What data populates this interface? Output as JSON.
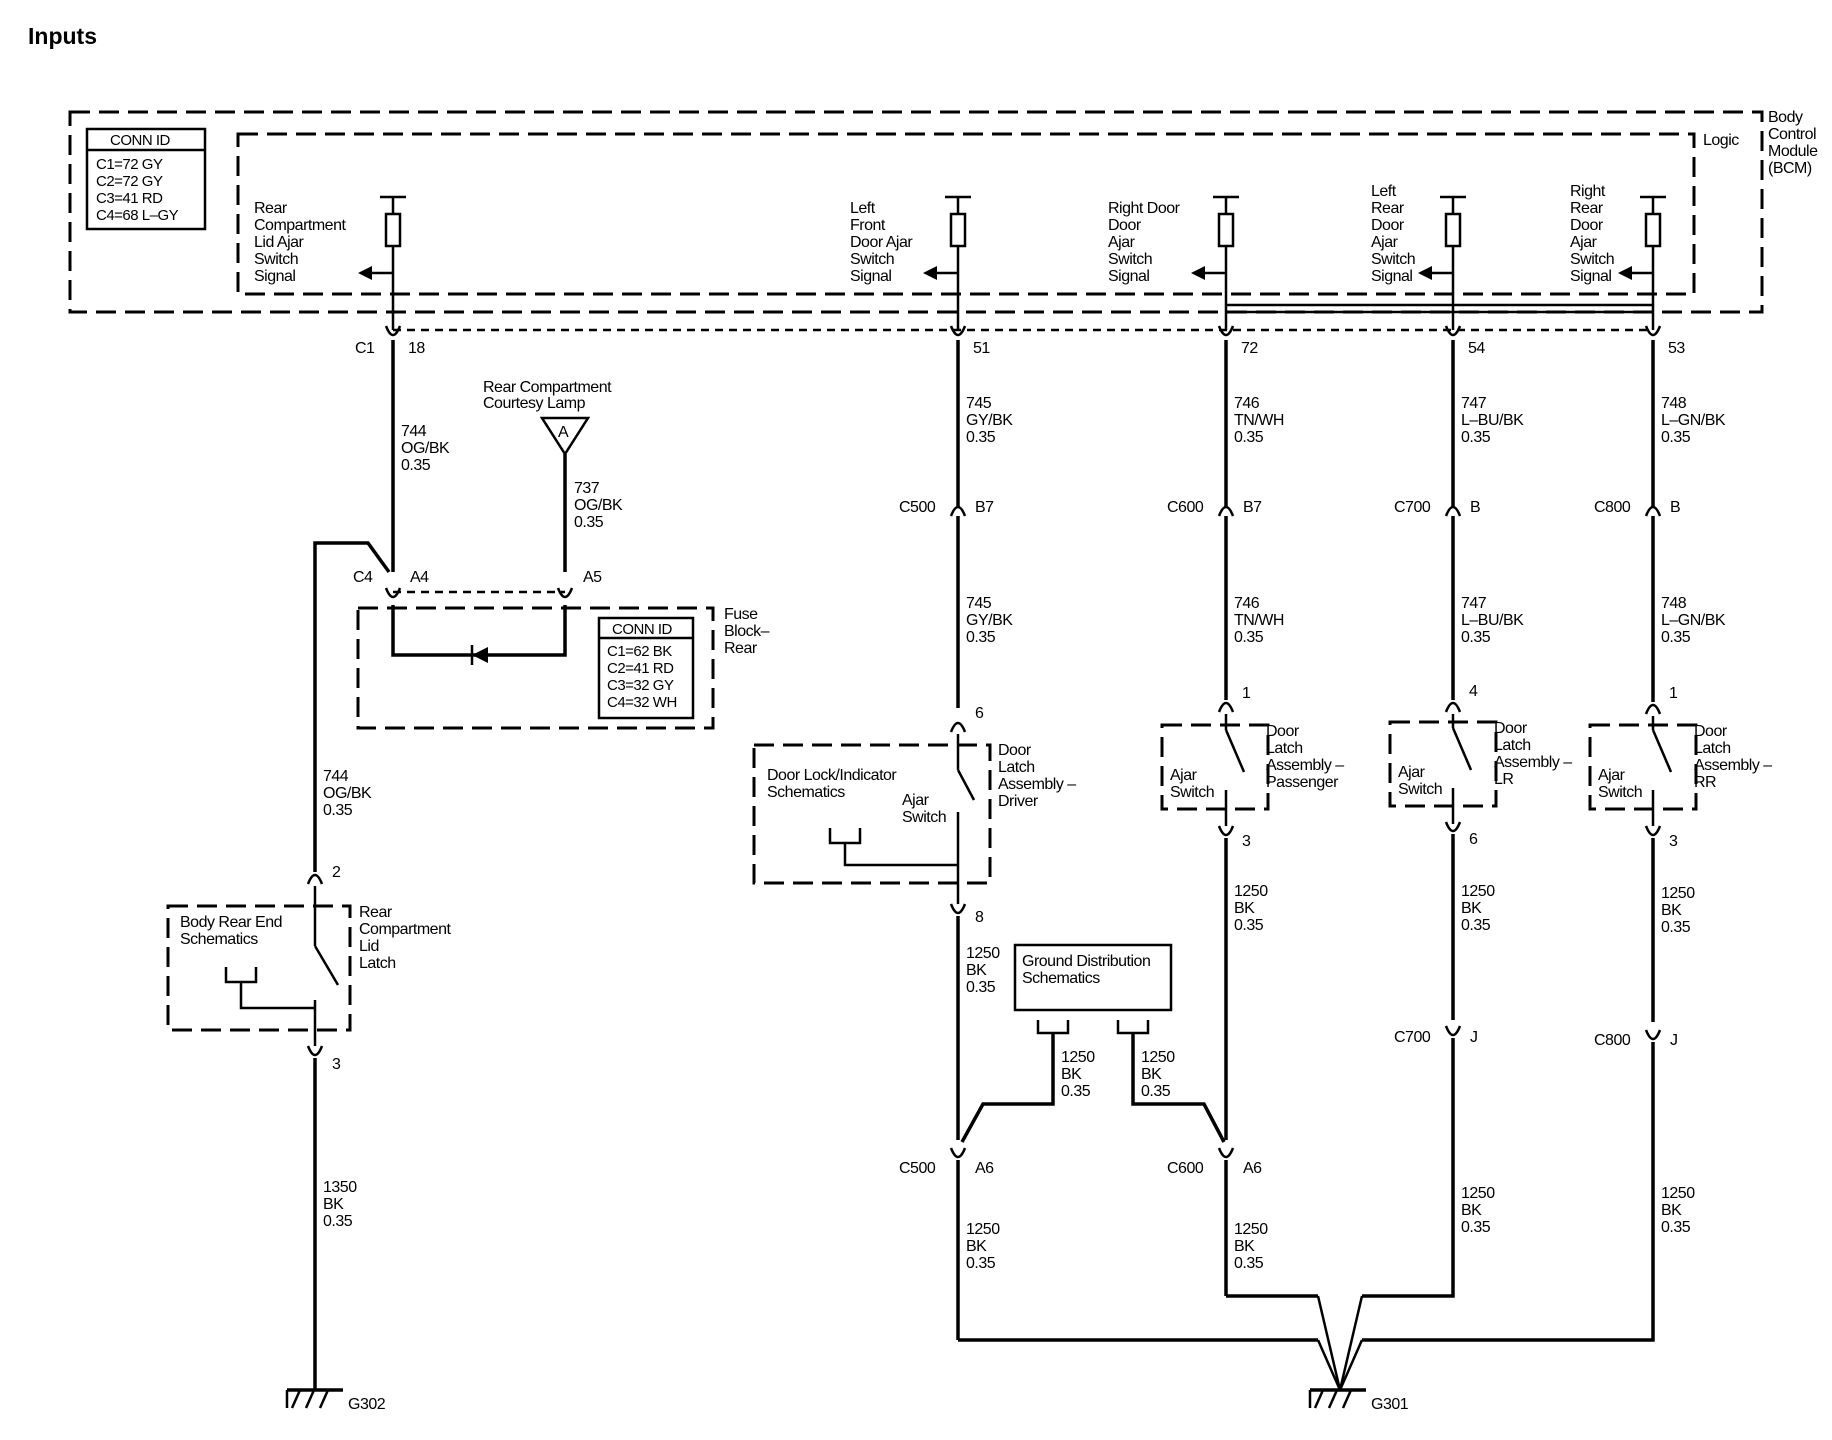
{
  "title": "Inputs",
  "bcm": {
    "module_label": [
      "Body",
      "Control",
      "Module",
      "(BCM)"
    ],
    "logic_label": "Logic",
    "conn_id": {
      "header": "CONN ID",
      "rows": [
        "C1=72 GY",
        "C2=72 GY",
        "C3=41 RD",
        "C4=68 L–GY"
      ]
    },
    "inputs": [
      {
        "lines": [
          "Rear",
          "Compartment",
          "Lid Ajar",
          "Switch",
          "Signal"
        ],
        "pin": "18",
        "connector": "C1"
      },
      {
        "lines": [
          "Left",
          "Front",
          "Door Ajar",
          "Switch",
          "Signal"
        ],
        "pin": "51"
      },
      {
        "lines": [
          "Right Door",
          "Door",
          "Ajar",
          "Switch",
          "Signal"
        ],
        "pin": "72"
      },
      {
        "lines": [
          "Left",
          "Rear",
          "Door",
          "Ajar",
          "Switch",
          "Signal"
        ],
        "pin": "54"
      },
      {
        "lines": [
          "Right",
          "Rear",
          "Door",
          "Ajar",
          "Switch",
          "Signal"
        ],
        "pin": "53"
      }
    ]
  },
  "wires": {
    "w744_top": [
      "744",
      "OG/BK",
      "0.35"
    ],
    "w737": [
      "737",
      "OG/BK",
      "0.35"
    ],
    "w744_low": [
      "744",
      "OG/BK",
      "0.35"
    ],
    "w1350": [
      "1350",
      "BK",
      "0.35"
    ],
    "w745_a": [
      "745",
      "GY/BK",
      "0.35"
    ],
    "w745_b": [
      "745",
      "GY/BK",
      "0.35"
    ],
    "w746_a": [
      "746",
      "TN/WH",
      "0.35"
    ],
    "w746_b": [
      "746",
      "TN/WH",
      "0.35"
    ],
    "w747_a": [
      "747",
      "L–BU/BK",
      "0.35"
    ],
    "w747_b": [
      "747",
      "L–BU/BK",
      "0.35"
    ],
    "w748_a": [
      "748",
      "L–GN/BK",
      "0.35"
    ],
    "w748_b": [
      "748",
      "L–GN/BK",
      "0.35"
    ],
    "w1250_driver": [
      "1250",
      "BK",
      "0.35"
    ],
    "w1250_gd_left": [
      "1250",
      "BK",
      "0.35"
    ],
    "w1250_gd_right": [
      "1250",
      "BK",
      "0.35"
    ],
    "w1250_c500_low": [
      "1250",
      "BK",
      "0.35"
    ],
    "w1250_c600_low": [
      "1250",
      "BK",
      "0.35"
    ],
    "w1250_pass": [
      "1250",
      "BK",
      "0.35"
    ],
    "w1250_lr_mid": [
      "1250",
      "BK",
      "0.35"
    ],
    "w1250_rr_mid": [
      "1250",
      "BK",
      "0.35"
    ],
    "w1250_lr_low": [
      "1250",
      "BK",
      "0.35"
    ],
    "w1250_rr_low": [
      "1250",
      "BK",
      "0.35"
    ]
  },
  "connectors": {
    "c500": "C500",
    "c600": "C600",
    "c700": "C700",
    "c800": "C800",
    "c4": "C4",
    "pins": {
      "b7": "B7",
      "b": "B",
      "a6": "A6",
      "j": "J",
      "a4": "A4",
      "a5": "A5",
      "p1": "1",
      "p2": "2",
      "p3": "3",
      "p4": "4",
      "p6": "6",
      "p8": "8"
    }
  },
  "lamp": {
    "lines": [
      "Rear Compartment",
      "Courtesy Lamp"
    ],
    "symbol": "A"
  },
  "fuse_block": {
    "lines": [
      "Fuse",
      "Block–",
      "Rear"
    ],
    "conn_id": {
      "header": "CONN ID",
      "rows": [
        "C1=62 BK",
        "C2=41 RD",
        "C3=32 GY",
        "C4=32 WH"
      ]
    }
  },
  "rear_latch": {
    "lines": [
      "Rear",
      "Compartment",
      "Lid",
      "Latch"
    ],
    "ref": [
      "Body Rear End",
      "Schematics"
    ]
  },
  "driver_latch": {
    "lines": [
      "Door",
      "Latch",
      "Assembly –",
      "Driver"
    ],
    "ref": [
      "Door Lock/Indicator",
      "Schematics"
    ],
    "switch": [
      "Ajar",
      "Switch"
    ]
  },
  "passenger_latch": {
    "lines": [
      "Door",
      "Latch",
      "Assembly –",
      "Passenger"
    ],
    "switch": [
      "Ajar",
      "Switch"
    ]
  },
  "lr_latch": {
    "lines": [
      "Door",
      "Latch",
      "Assembly –",
      "LR"
    ],
    "switch": [
      "Ajar",
      "Switch"
    ]
  },
  "rr_latch": {
    "lines": [
      "Door",
      "Latch",
      "Assembly –",
      "RR"
    ],
    "switch": [
      "Ajar",
      "Switch"
    ]
  },
  "ground_dist": [
    "Ground Distribution",
    "Schematics"
  ],
  "grounds": {
    "g302": "G302",
    "g301": "G301"
  }
}
